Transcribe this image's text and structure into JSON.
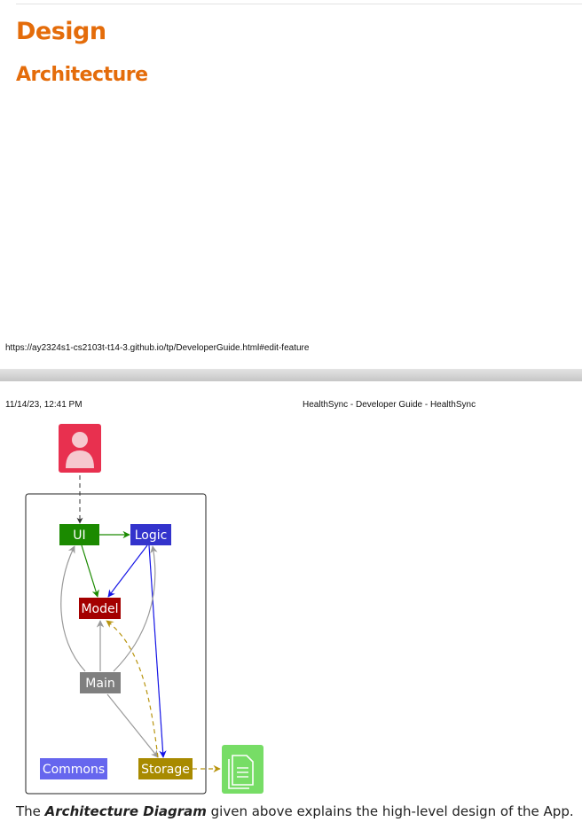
{
  "heading1": "Design",
  "heading2": "Architecture",
  "print_footer": {
    "url": "https://ay2324s1-cs2103t-t14-3.github.io/tp/DeveloperGuide.html#edit-feature"
  },
  "print_header": {
    "datetime": "11/14/23, 12:41 PM",
    "title": "HealthSync - Developer Guide - HealthSync"
  },
  "diagram": {
    "components": {
      "ui": "UI",
      "logic": "Logic",
      "model": "Model",
      "main": "Main",
      "commons": "Commons",
      "storage": "Storage"
    },
    "icons": [
      "user-icon",
      "file-icon"
    ],
    "colors": {
      "ui": "#1b8a00",
      "logic": "#3333cc",
      "model": "#a40000",
      "main": "#7f7f7f",
      "commons": "#6666ee",
      "storage": "#a88a00",
      "user": "#e8304f",
      "file": "#77dd66"
    }
  },
  "paragraph": {
    "prefix": "The ",
    "emphasis": "Architecture Diagram",
    "suffix": " given above explains the high-level design of the App."
  }
}
